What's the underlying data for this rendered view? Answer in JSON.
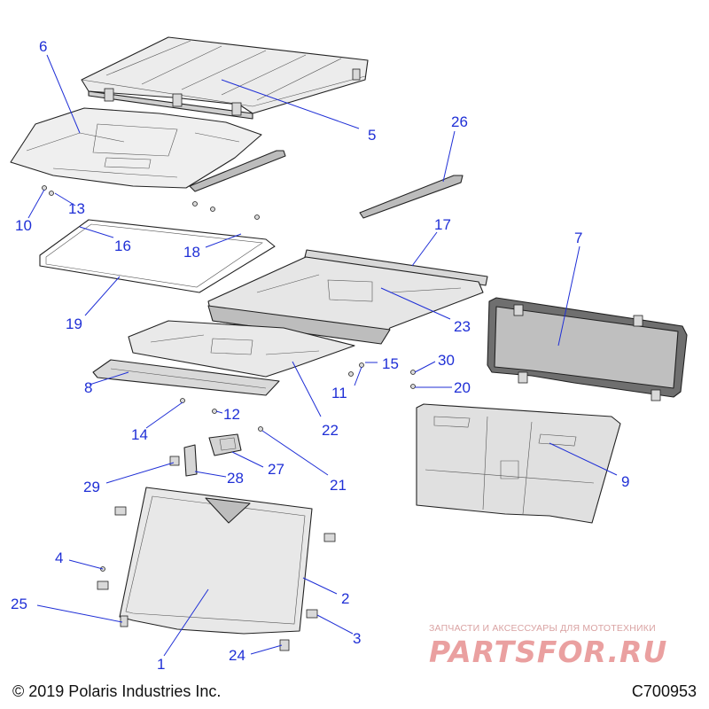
{
  "callouts": [
    {
      "id": "1",
      "label": "1"
    },
    {
      "id": "2",
      "label": "2"
    },
    {
      "id": "3",
      "label": "3"
    },
    {
      "id": "4",
      "label": "4"
    },
    {
      "id": "5",
      "label": "5"
    },
    {
      "id": "6",
      "label": "6"
    },
    {
      "id": "7",
      "label": "7"
    },
    {
      "id": "8",
      "label": "8"
    },
    {
      "id": "9",
      "label": "9"
    },
    {
      "id": "10",
      "label": "10"
    },
    {
      "id": "11",
      "label": "11"
    },
    {
      "id": "12",
      "label": "12"
    },
    {
      "id": "13",
      "label": "13"
    },
    {
      "id": "14",
      "label": "14"
    },
    {
      "id": "15",
      "label": "15"
    },
    {
      "id": "16",
      "label": "16"
    },
    {
      "id": "17",
      "label": "17"
    },
    {
      "id": "18",
      "label": "18"
    },
    {
      "id": "19",
      "label": "19"
    },
    {
      "id": "20",
      "label": "20"
    },
    {
      "id": "21",
      "label": "21"
    },
    {
      "id": "22",
      "label": "22"
    },
    {
      "id": "23",
      "label": "23"
    },
    {
      "id": "24",
      "label": "24"
    },
    {
      "id": "25",
      "label": "25"
    },
    {
      "id": "26",
      "label": "26"
    },
    {
      "id": "27",
      "label": "27"
    },
    {
      "id": "28",
      "label": "28"
    },
    {
      "id": "29",
      "label": "29"
    },
    {
      "id": "30",
      "label": "30"
    }
  ],
  "footer": {
    "copyright": "© 2019 Polaris Industries Inc.",
    "diagram_code": "C700953"
  },
  "watermark": {
    "tagline": "ЗАПЧАСТИ И АКСЕССУАРЫ ДЛЯ МОТОТЕХНИКИ",
    "brand": "PARTSFOR.RU"
  },
  "colors": {
    "callout": "#1f2fd6",
    "line_art": "#222222",
    "watermark": "#eaa0a0"
  }
}
